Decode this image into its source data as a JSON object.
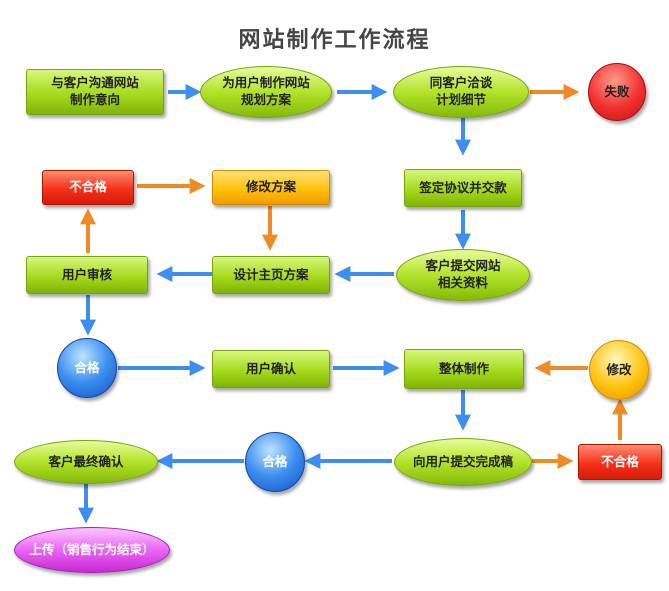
{
  "title": "网站制作工作流程",
  "colors": {
    "green": "#a6da1c",
    "orange": "#ffc10a",
    "red": "#f5311b",
    "blue": "#3a8eee",
    "purple": "#ea66f3",
    "arrow_blue": "#3d8ef0",
    "arrow_orange": "#f08a24"
  },
  "nodes": {
    "communicate": "与客户沟通网站\n制作意向",
    "plan": "为用户制作网站\n规划方案",
    "negotiate": "同客户洽谈\n计划细节",
    "fail": "失败",
    "sign": "签定协议并交款",
    "submit_materials": "客户提交网站\n相关资料",
    "design_home": "设计主页方案",
    "user_review": "用户审核",
    "fail_review": "不合格",
    "revise_plan": "修改方案",
    "pass_review": "合格",
    "user_confirm": "用户确认",
    "overall_make": "整体制作",
    "modify": "修改",
    "submit_draft": "向用户提交完成稿",
    "fail_draft": "不合格",
    "pass_draft": "合格",
    "final_confirm": "客户最终确认",
    "upload": "上传（销售行为结束）"
  }
}
